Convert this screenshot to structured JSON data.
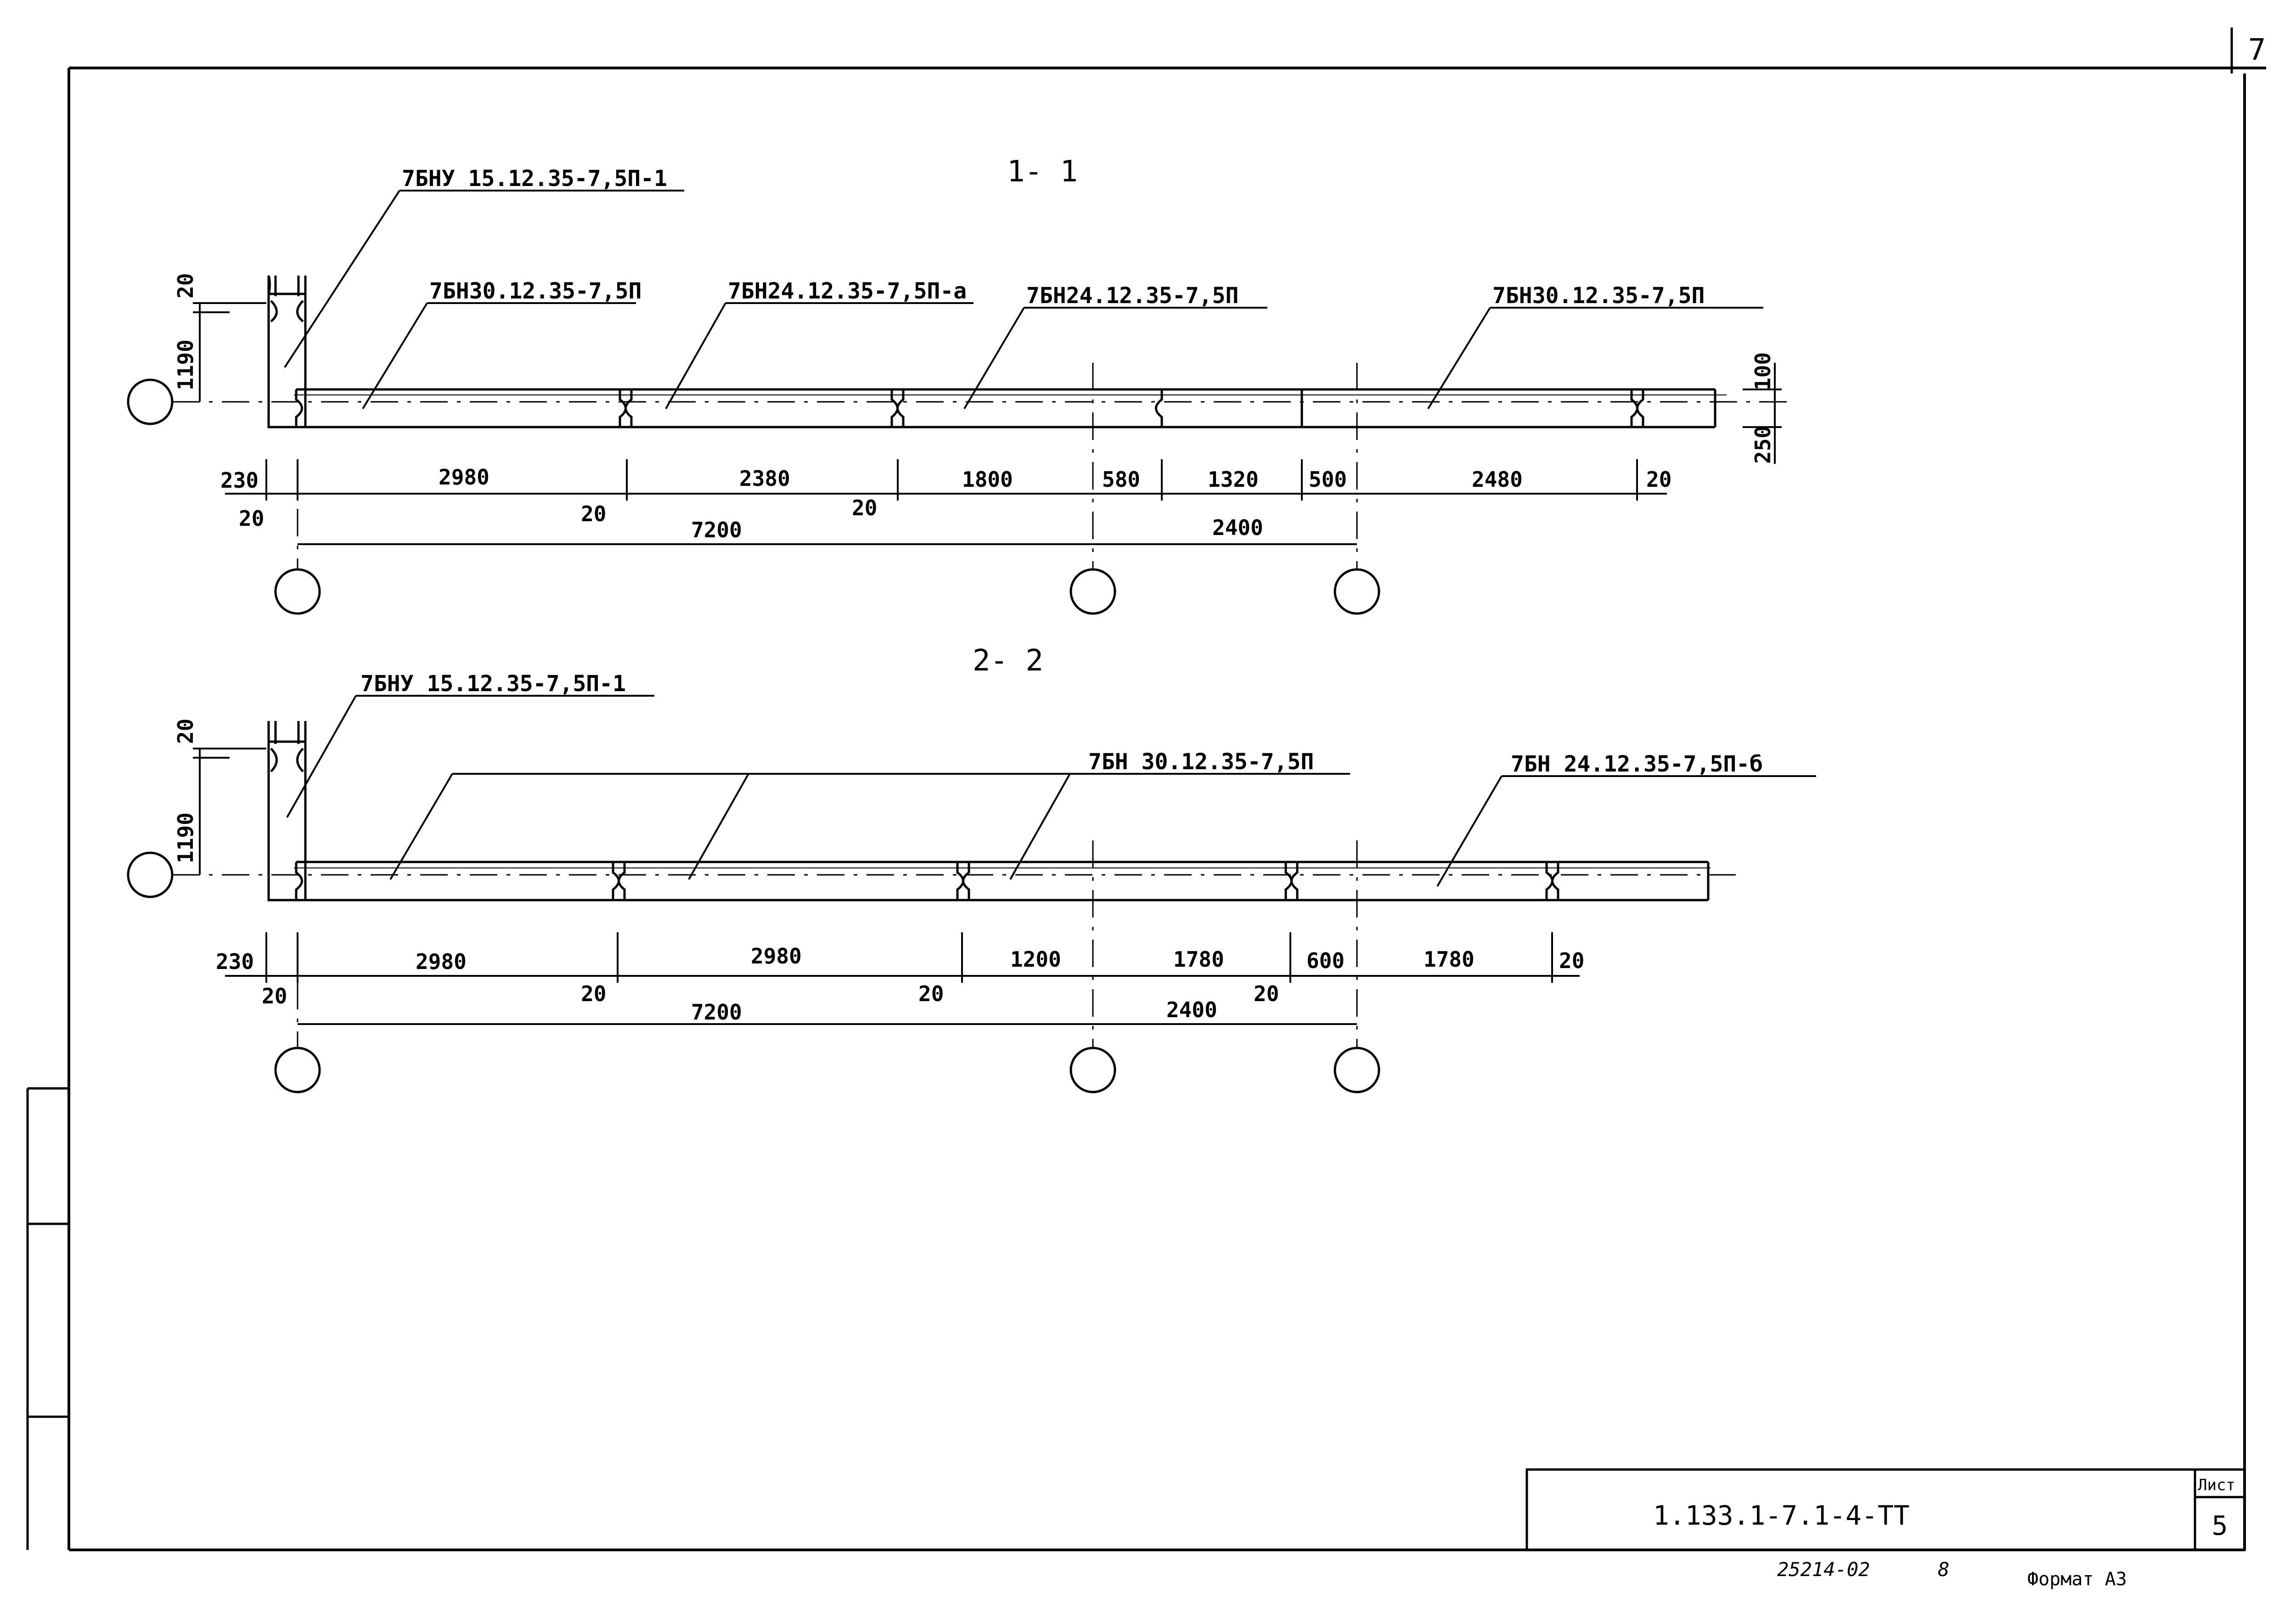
{
  "sheet_corner_number": "7",
  "section_1": {
    "title": "1- 1",
    "labels": {
      "end_panel": "7БНУ 15.12.35-7,5П-1",
      "panel_a": "7БН30.12.35-7,5П",
      "panel_b": "7БН24.12.35-7,5П-а",
      "panel_c": "7БН24.12.35-7,5П",
      "panel_d": "7БН30.12.35-7,5П"
    },
    "vertical_dims": {
      "top": "20",
      "height": "1190",
      "right_top": "100",
      "right_bottom": "250"
    },
    "dims_top": [
      "230",
      "2980",
      "2380",
      "1800",
      "580",
      "1320",
      "500",
      "2480",
      "20"
    ],
    "gaps": [
      "20",
      "20",
      "20"
    ],
    "dims_bottom": [
      "7200",
      "2400"
    ]
  },
  "section_2": {
    "title": "2- 2",
    "labels": {
      "end_panel": "7БНУ 15.12.35-7,5П-1",
      "panel_a": "7БН 30.12.35-7,5П",
      "panel_b": "7БН 24.12.35-7,5П-б"
    },
    "vertical_dims": {
      "top": "20",
      "height": "1190"
    },
    "dims_top": [
      "230",
      "2980",
      "2980",
      "1200",
      "1780",
      "600",
      "1780",
      "20"
    ],
    "gaps": [
      "20",
      "20",
      "20",
      "20"
    ],
    "dims_bottom": [
      "7200",
      "2400"
    ]
  },
  "title_block": {
    "code": "1.133.1-7.1-4-ТТ",
    "sheet_label": "Лист",
    "sheet_number": "5"
  },
  "footer": {
    "inventory": "25214-02",
    "revision": "8",
    "format": "Формат А3"
  }
}
